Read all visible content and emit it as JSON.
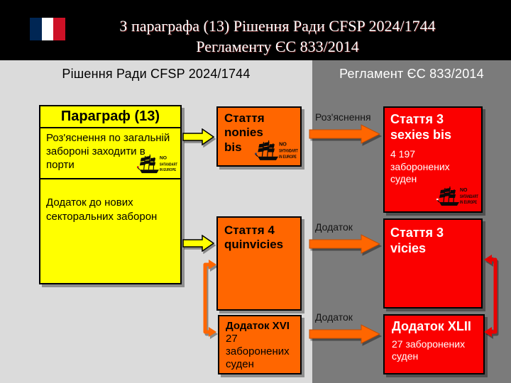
{
  "header": {
    "line1": "З параграфа (13) Рішення Ради CFSP 2024/1744",
    "line2": "Регламенту ЄС 833/2014"
  },
  "panels": {
    "left_heading": "Рішення Ради CFSP 2024/1744",
    "right_heading": "Регламент ЄС 833/2014"
  },
  "paragraph_box": {
    "title": "Параграф (13)",
    "row1": "Роз'яснення по загальній забороні заходити в порти",
    "row2": "Додаток до нових секторальних заборон"
  },
  "decision_boxes": {
    "article_nonies_title": "Стаття\nnonies\nbis",
    "article_quinvicies_title": "Стаття 4\nquinvicies",
    "annex_xvi_title": "Додаток XVI",
    "annex_xvi_body": "27 заборонених суден"
  },
  "regulation_boxes": {
    "article_sexies_title": "Стаття 3\nsexies bis",
    "article_sexies_body": "4 197\nзаборонених\nсуден",
    "article_vicies_title": "Стаття 3\nvicies",
    "annex_xlii_title": "Додаток XLII",
    "annex_xlii_body": "27 заборонених суден"
  },
  "arrow_labels": {
    "clarification": "Роз'яснення",
    "annex_mid": "Додаток",
    "annex_bottom": "Додаток"
  },
  "logo": {
    "line1": "NO",
    "line2": "SHTANDART",
    "line3": "IN EUROPE"
  },
  "colors": {
    "header_bg": "#000000",
    "left_panel": "#DBDBDB",
    "right_panel": "#7B7B7B",
    "yellow": "#FFFF00",
    "orange": "#FF6600",
    "red": "#FB0000",
    "flag_blue": "#002654",
    "flag_red": "#CE1126"
  }
}
